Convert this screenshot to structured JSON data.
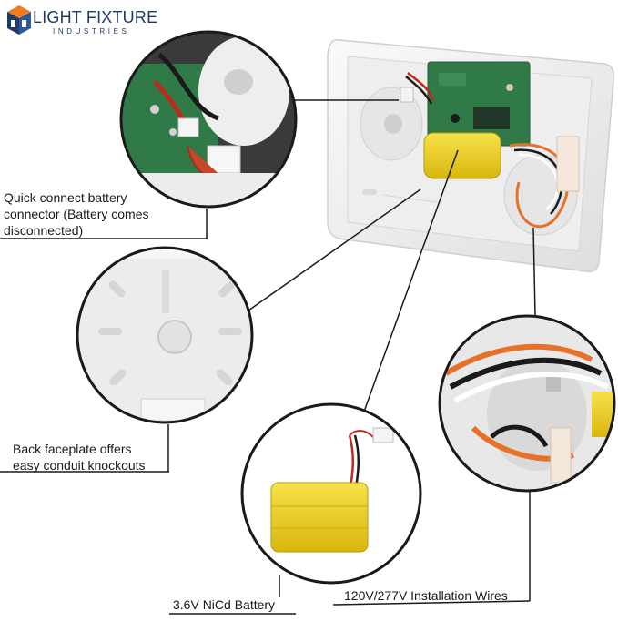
{
  "brand": {
    "line1": "LIGHT FIXTURE",
    "line2": "INDUSTRIES",
    "colors": {
      "navy": "#1f3b66",
      "orange": "#f07c1e"
    }
  },
  "callouts": {
    "battery_connector": [
      "Quick connect battery",
      "connector (Battery comes",
      "disconnected)"
    ],
    "faceplate": [
      "Back faceplate offers",
      "easy conduit knockouts"
    ],
    "battery": [
      "3.6V NiCd Battery"
    ],
    "wires": [
      "120V/277V Installation Wires"
    ]
  },
  "colors": {
    "pcb_green": "#2f7a46",
    "battery_yellow": "#f2d21e",
    "housing_white": "#f2f2f2",
    "wire_orange": "#e8712a",
    "wire_red": "#c0281e"
  }
}
